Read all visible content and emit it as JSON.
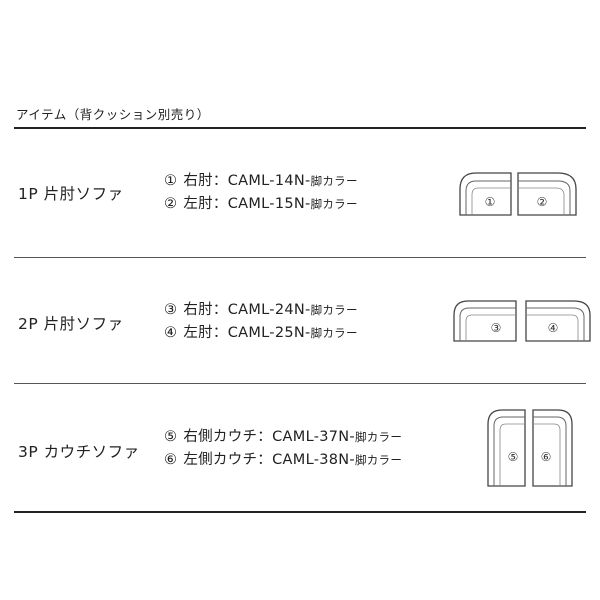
{
  "heading": "アイテム（背クッション別売り）",
  "rows": [
    {
      "title": "1P 片肘ソファ",
      "parts": [
        {
          "num": "①",
          "label": "右肘：CAML-14N-",
          "suffix": "脚カラー"
        },
        {
          "num": "②",
          "label": "左肘：CAML-15N-",
          "suffix": "脚カラー"
        }
      ],
      "markers": [
        "①",
        "②"
      ]
    },
    {
      "title": "2P 片肘ソファ",
      "parts": [
        {
          "num": "③",
          "label": "右肘：CAML-24N-",
          "suffix": "脚カラー"
        },
        {
          "num": "④",
          "label": "左肘：CAML-25N-",
          "suffix": "脚カラー"
        }
      ],
      "markers": [
        "③",
        "④"
      ]
    },
    {
      "title": "3P カウチソファ",
      "parts": [
        {
          "num": "⑤",
          "label": "右側カウチ：CAML-37N-",
          "suffix": "脚カラー"
        },
        {
          "num": "⑥",
          "label": "左側カウチ：CAML-38N-",
          "suffix": "脚カラー"
        }
      ],
      "markers": [
        "⑤",
        "⑥"
      ]
    }
  ]
}
